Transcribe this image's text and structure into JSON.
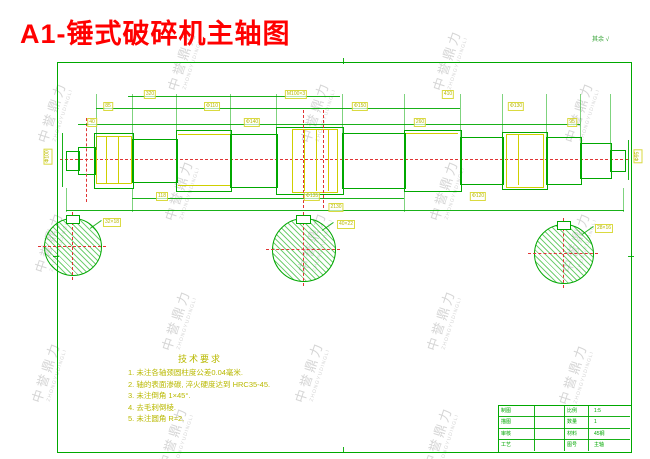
{
  "header": {
    "title": "A1-锤式破碎机主轴图",
    "roughness_note": "其余",
    "roughness_symbol": "√"
  },
  "watermark": {
    "text": "中誉鼎力",
    "subtext": "ZHONGYUDINGLI"
  },
  "shaft": {
    "dims_top": [
      "320",
      "M100×3",
      "410",
      "85",
      "Φ110",
      "Φ150",
      "Φ130",
      "40",
      "Φ140",
      "260",
      "95"
    ],
    "dims_bottom": [
      "118",
      "Φ135",
      "Φ120"
    ],
    "dim_overall": "2130",
    "dim_left": "Φ100",
    "dim_right": "Φ95"
  },
  "sections": {
    "labels": [
      "32×18",
      "40×22",
      "28×16"
    ]
  },
  "tech": {
    "title": "技术要求",
    "items": [
      "1. 未注各轴颈圆柱度公差0.04毫米.",
      "2. 轴的表面渗碳, 淬火硬度达到 HRC35-45.",
      "3. 未注倒角 1×45°.",
      "4. 去毛刺倒棱.",
      "5. 未注圆角 R≈2."
    ]
  },
  "titleblock": {
    "left_labels": [
      "制图",
      "描图",
      "审核",
      "工艺"
    ],
    "mid_labels": [
      "比例",
      "数量",
      "材料",
      "图号"
    ],
    "values": [
      "1:5",
      "1",
      "45钢",
      "主轴"
    ]
  },
  "colors": {
    "line": "#00a800",
    "dim": "#b9b900",
    "center": "#e03434",
    "title": "#ff0000"
  }
}
